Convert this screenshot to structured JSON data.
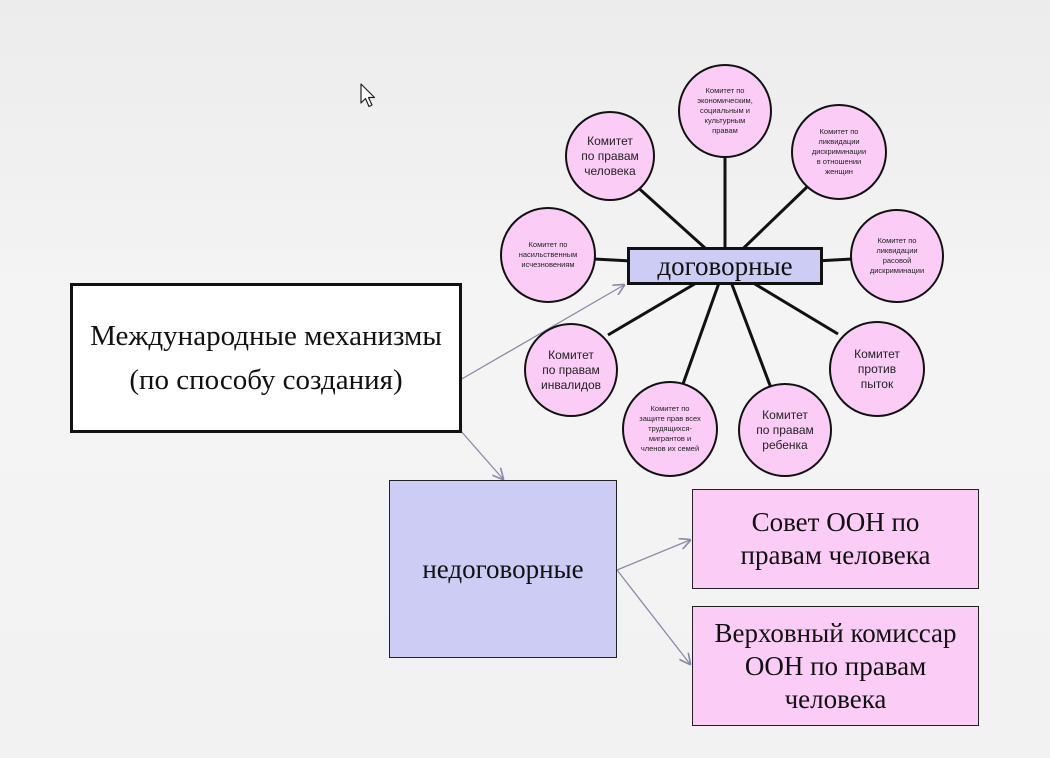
{
  "diagram": {
    "root": {
      "line1": "Международные механизмы",
      "line2": "(по способу создания)"
    },
    "treaty": {
      "label": "договорные"
    },
    "nontreaty": {
      "label": "недоговорные"
    },
    "committees": [
      {
        "id": "human-rights",
        "label": "Комитет\nпо правам\nчеловека",
        "size": "big"
      },
      {
        "id": "economic",
        "label": "Комитет по\nэкономическим,\nсоциальным и\nкультурным\nправам",
        "size": "small"
      },
      {
        "id": "women",
        "label": "Комитет по\nликвидации\nдискриминации\nв отношении\nженщин",
        "size": "small"
      },
      {
        "id": "racial",
        "label": "Комитет по\nликвидации\nрасовой\nдискриминации",
        "size": "small"
      },
      {
        "id": "torture",
        "label": "Комитет\nпротив\nпыток",
        "size": "big"
      },
      {
        "id": "child",
        "label": "Комитет\nпо правам\nребенка",
        "size": "big"
      },
      {
        "id": "migrants",
        "label": "Комитет по\nзащите прав всех\nтрудящихся-\nмигрантов и\nчленов их семей",
        "size": "small"
      },
      {
        "id": "disabilities",
        "label": "Комитет\nпо правам\nинвалидов",
        "size": "big"
      },
      {
        "id": "disappearances",
        "label": "Комитет по\nнасильственным\nисчезновениям",
        "size": "small"
      }
    ],
    "nontreaty_bodies": [
      {
        "id": "council",
        "label": "Совет ООН по\nправам человека"
      },
      {
        "id": "commissioner",
        "label": "Верховный комиссар\nООН по правам\nчеловека"
      }
    ],
    "colors": {
      "pink": "#fbcdf6",
      "lavender": "#ccccf4",
      "arrow": "#8a8aa8",
      "outline": "#111111"
    },
    "icons": {
      "cursor": "mouse-pointer-icon"
    }
  }
}
